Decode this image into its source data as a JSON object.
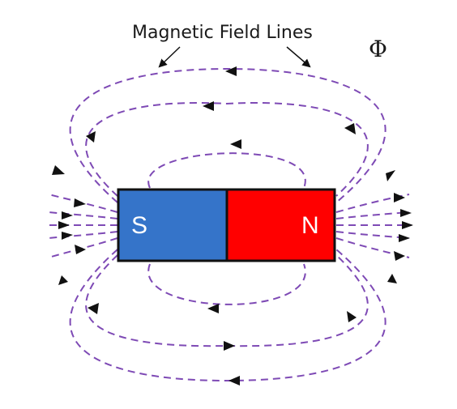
{
  "diagram": {
    "title": "Magnetic Field Lines",
    "flux_symbol": "Φ",
    "magnet": {
      "south_label": "S",
      "north_label": "N"
    },
    "colors": {
      "south": "#3574c9",
      "north": "#ff0000",
      "field_line": "#7e4ab5",
      "outline": "#111111"
    }
  }
}
